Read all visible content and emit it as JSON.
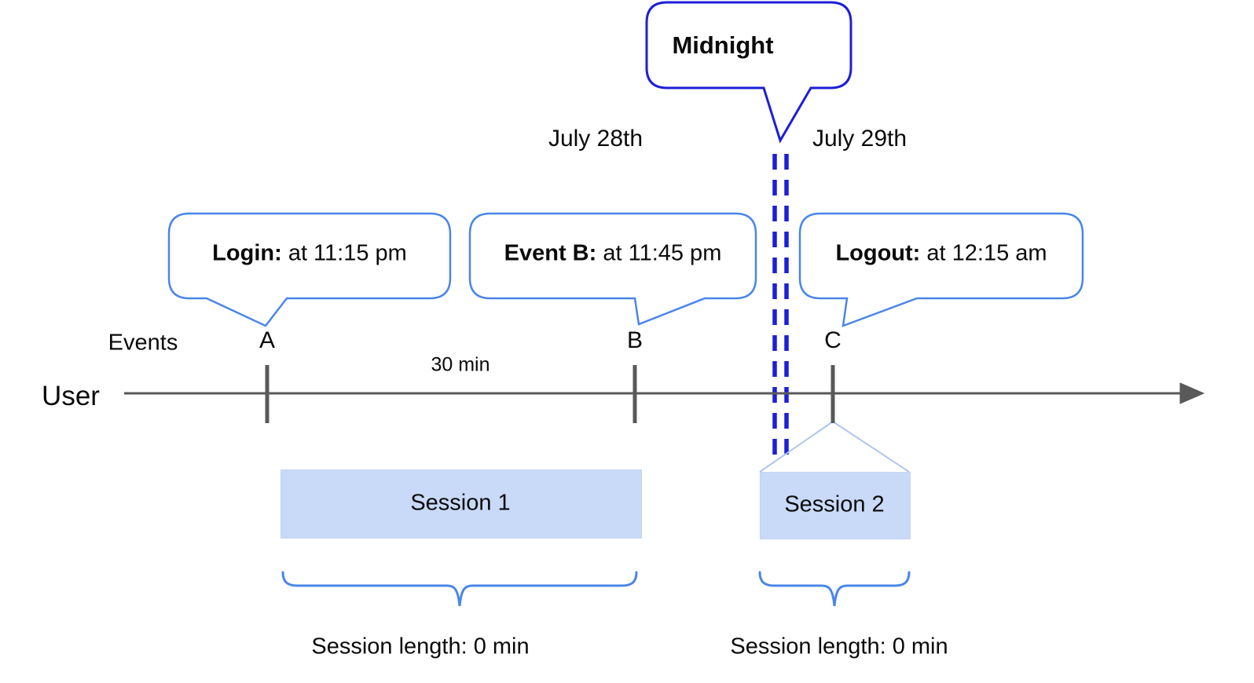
{
  "colors": {
    "accent_blue": "#4a86e8",
    "deep_blue": "#1c1fd6",
    "session_fill": "#c9daf8",
    "connector_blue": "#aec6f0",
    "line_gray": "#595959"
  },
  "midnight": {
    "label": "Midnight"
  },
  "dates": {
    "left": "July 28th",
    "right": "July 29th"
  },
  "timeline": {
    "axis_row_label": "Events",
    "user_label": "User",
    "interval_label": "30 min",
    "events": [
      {
        "id": "A",
        "callout_title": "Login:",
        "callout_time": "at 11:15 pm"
      },
      {
        "id": "B",
        "callout_title": "Event B:",
        "callout_time": "at 11:45 pm"
      },
      {
        "id": "C",
        "callout_title": "Logout:",
        "callout_time": "at 12:15 am"
      }
    ]
  },
  "sessions": [
    {
      "name": "Session 1",
      "length_label": "Session length: 0 min"
    },
    {
      "name": "Session 2",
      "length_label": "Session length: 0 min"
    }
  ]
}
